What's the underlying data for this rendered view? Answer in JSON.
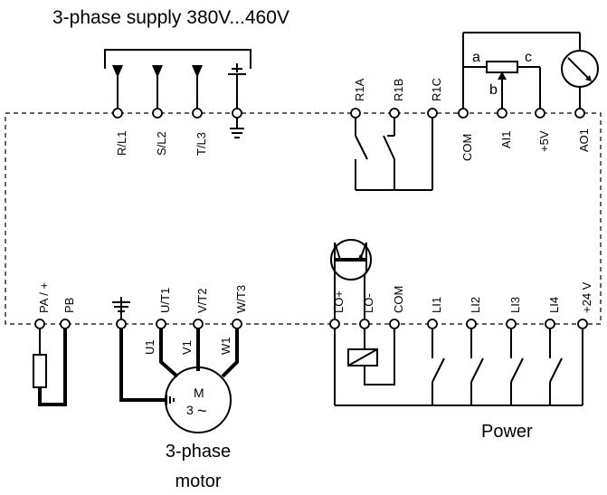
{
  "title": "3-phase supply 380V...460V",
  "supply_terminals": [
    "R/L1",
    "S/L2",
    "T/L3"
  ],
  "relay_terminals": [
    "R1A",
    "R1B",
    "R1C"
  ],
  "analog_terminals": [
    "COM",
    "AI1",
    "+5V",
    "AO1"
  ],
  "pot_labels": {
    "a": "a",
    "b": "b",
    "c": "c"
  },
  "brake_terminals": [
    "PA / +",
    "PB"
  ],
  "motor_terminals": [
    "U/T1",
    "V/T2",
    "W/T3"
  ],
  "motor_windings": [
    "U1",
    "V1",
    "W1"
  ],
  "motor_symbol": {
    "m": "M",
    "phase": "3",
    "ac": "~"
  },
  "logic_terminals": [
    "LO+",
    "LO-",
    "COM",
    "LI1",
    "LI2",
    "LI3",
    "LI4",
    "+24 V"
  ],
  "motor_caption": [
    "3-phase",
    "motor"
  ],
  "power_caption": "Power"
}
